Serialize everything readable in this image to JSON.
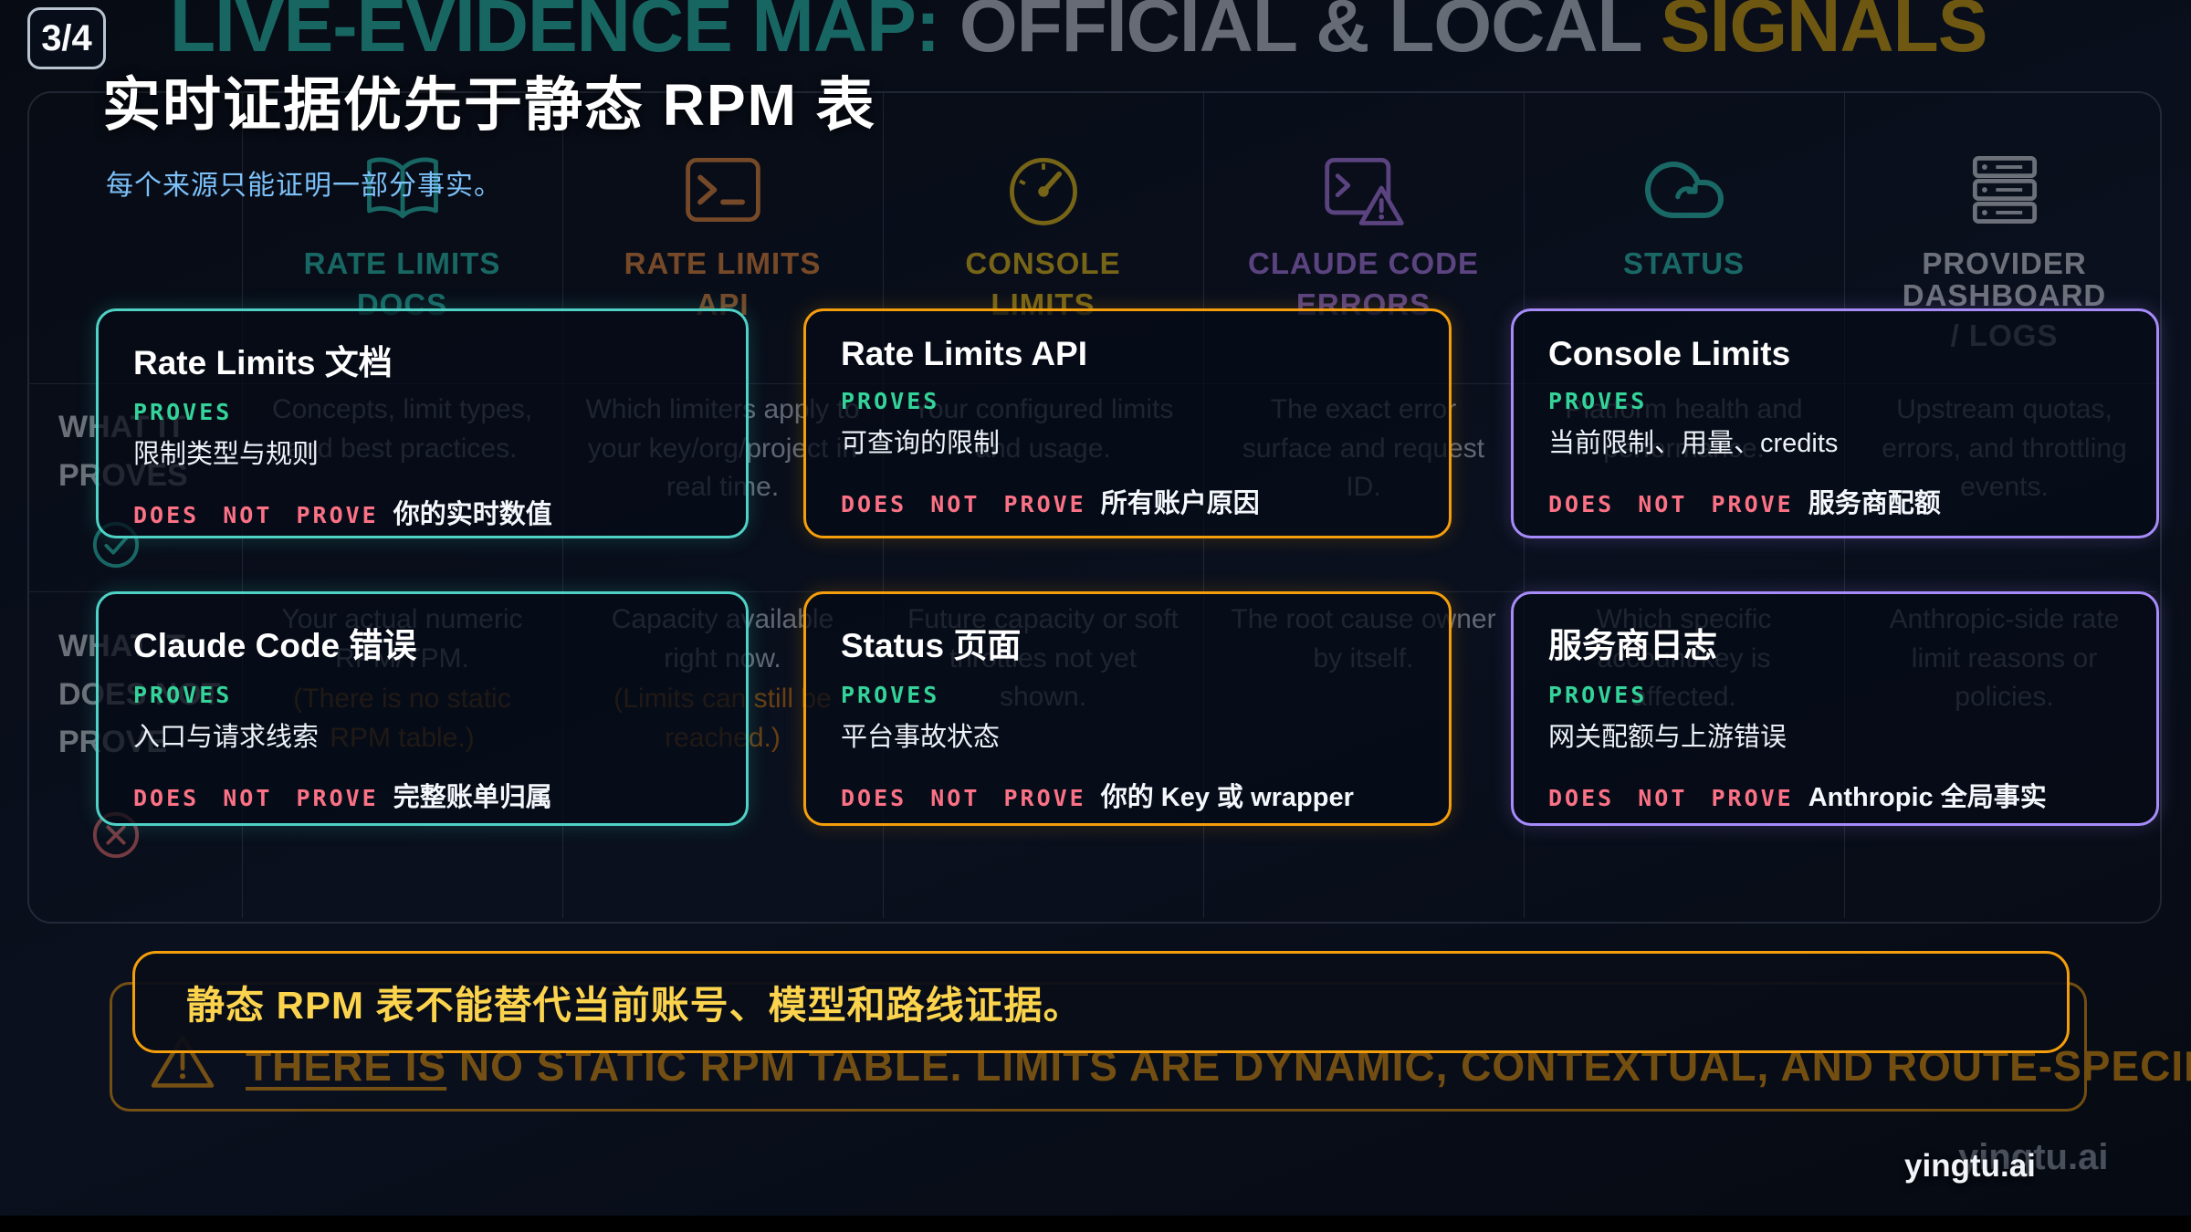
{
  "badge": {
    "label": "3/4"
  },
  "header": {
    "bg_title_part1": "LIVE-EVIDENCE MAP:",
    "bg_title_part2": " OFFICIAL & LOCAL ",
    "bg_title_part3": "SIGNALS",
    "title": "实时证据优先于静态 RPM 表",
    "subtitle": "每个来源只能证明一部分事实。"
  },
  "colors": {
    "teal": "#2dd4bf",
    "orange": "#fb923c",
    "yellow": "#facc15",
    "purple": "#c084fc",
    "green": "#34d399",
    "red": "#fb7185",
    "blue": "#7cc0f8",
    "banner_border": "#f59e0b",
    "banner_text": "#fcd34d"
  },
  "matrix": {
    "columns": [
      {
        "icon": "open-book-icon",
        "label": "RATE LIMITS",
        "sublabel": "DOCS"
      },
      {
        "icon": "terminal-icon",
        "label": "RATE LIMITS",
        "sublabel": "API"
      },
      {
        "icon": "gauge-icon",
        "label": "CONSOLE",
        "sublabel": "LIMITS"
      },
      {
        "icon": "terminal-alert-icon",
        "label": "CLAUDE CODE",
        "sublabel": "ERRORS"
      },
      {
        "icon": "cloud-sync-icon",
        "label": "STATUS",
        "sublabel": ""
      },
      {
        "icon": "server-icon",
        "label": "PROVIDER DASHBOARD",
        "sublabel": "/ LOGS"
      }
    ],
    "row_proves": {
      "label": "WHAT IT PROVES",
      "cells": [
        {
          "text": "Concepts, limit types, and best practices.",
          "note": ""
        },
        {
          "text": "Which limiters apply to your key/org/project in real time.",
          "note": ""
        },
        {
          "text": "Your configured limits and usage.",
          "note": ""
        },
        {
          "text": "The exact error surface and request ID.",
          "note": ""
        },
        {
          "text": "Platform health and performance.",
          "note": ""
        },
        {
          "text": "Upstream quotas, errors, and throttling events.",
          "note": ""
        }
      ]
    },
    "row_not": {
      "label": "WHAT IT DOES NOT PROVE",
      "cells": [
        {
          "text": "Your actual numeric RPM/TPM.",
          "note": "(There is no static RPM table.)"
        },
        {
          "text": "Capacity available right now.",
          "note": "(Limits can still be reached.)"
        },
        {
          "text": "Future capacity or soft throttles not yet shown.",
          "note": ""
        },
        {
          "text": "The root cause owner by itself.",
          "note": ""
        },
        {
          "text": "Which specific account/key is affected.",
          "note": ""
        },
        {
          "text": "Anthropic-side rate limit reasons or policies.",
          "note": ""
        }
      ]
    }
  },
  "cards": [
    {
      "title": "Rate Limits 文档",
      "proves_label": "PROVES",
      "proves_text": "限制类型与规则",
      "not_label": "DOES NOT PROVE",
      "not_text": "你的实时数值",
      "accent": "#4fd1c5"
    },
    {
      "title": "Rate Limits API",
      "proves_label": "PROVES",
      "proves_text": "可查询的限制",
      "not_label": "DOES NOT PROVE",
      "not_text": "所有账户原因",
      "accent": "#f59e0b"
    },
    {
      "title": "Console Limits",
      "proves_label": "PROVES",
      "proves_text": "当前限制、用量、credits",
      "not_label": "DOES NOT PROVE",
      "not_text": "服务商配额",
      "accent": "#a78bfa"
    },
    {
      "title": "Claude Code 错误",
      "proves_label": "PROVES",
      "proves_text": "入口与请求线索",
      "not_label": "DOES NOT PROVE",
      "not_text": "完整账单归属",
      "accent": "#4fd1c5"
    },
    {
      "title": "Status 页面",
      "proves_label": "PROVES",
      "proves_text": "平台事故状态",
      "not_label": "DOES NOT PROVE",
      "not_text": "你的 Key 或 wrapper",
      "accent": "#f59e0b"
    },
    {
      "title": "服务商日志",
      "proves_label": "PROVES",
      "proves_text": "网关配额与上游错误",
      "not_label": "DOES NOT PROVE",
      "not_text": "Anthropic 全局事实",
      "accent": "#a78bfa"
    }
  ],
  "footer": {
    "banner_text": "静态 RPM 表不能替代当前账号、模型和路线证据。",
    "bg_banner_lead": "THERE IS",
    "bg_banner_rest": " NO STATIC RPM TABLE. LIMITS ARE DYNAMIC, CONTEXTUAL, AND ROUTE-SPECIFIC.",
    "watermark": "yingtu.ai"
  }
}
